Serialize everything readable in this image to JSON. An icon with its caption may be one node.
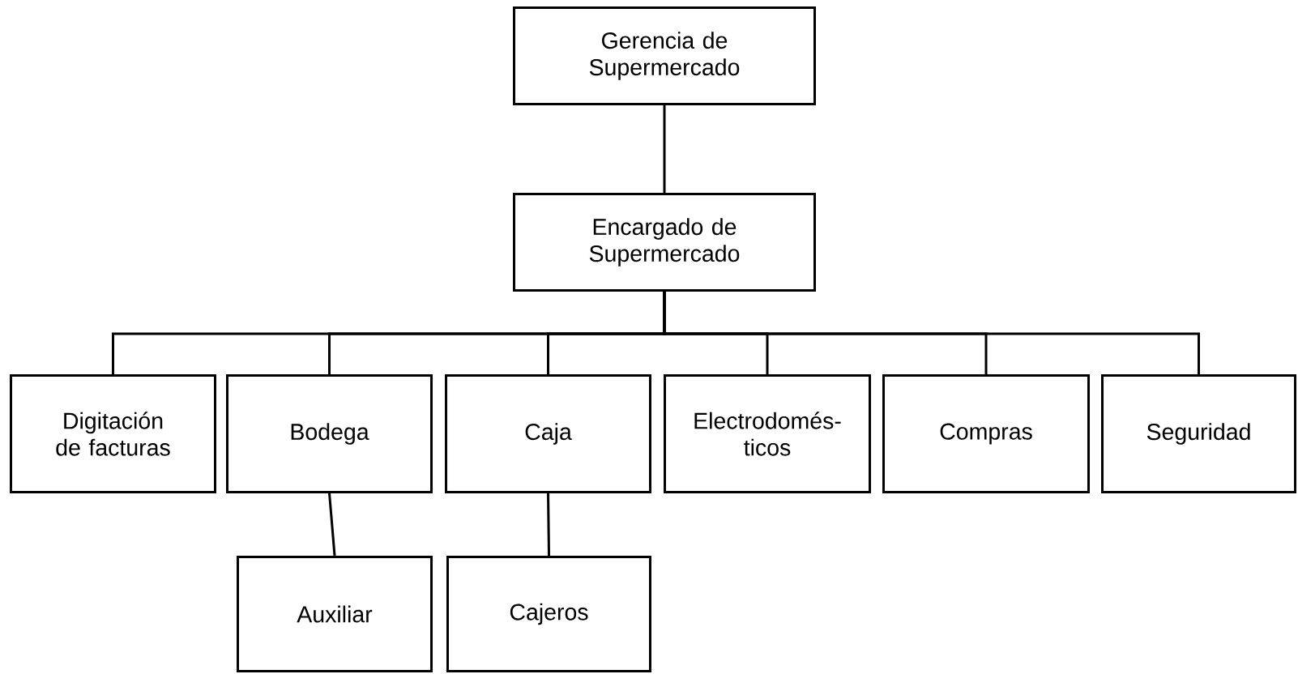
{
  "diagram": {
    "nodes": [
      {
        "text": [
          "Gerencia de Supermercado"
        ]
      },
      {
        "text": [
          "Encargado de Supermercado"
        ]
      },
      {
        "text": [
          "Digitación de facturas"
        ]
      },
      {
        "text": [
          "Bodega"
        ]
      },
      {
        "text": [
          "Caja"
        ]
      },
      {
        "text": [
          "Electrodomés- ticos"
        ]
      },
      {
        "text": [
          "Compras"
        ]
      },
      {
        "text": [
          "Seguridad"
        ]
      },
      {
        "text": [
          "Auxiliar"
        ]
      },
      {
        "text": [
          "Cajeros"
        ]
      }
    ],
    "edges": [
      {
        "from": 0,
        "to": 1,
        "arrow": "none"
      },
      {
        "from": 1,
        "to": 2,
        "arrow": "none"
      },
      {
        "from": 1,
        "to": 3,
        "arrow": "none"
      },
      {
        "from": 1,
        "to": 4,
        "arrow": "none"
      },
      {
        "from": 1,
        "to": 5,
        "arrow": "none"
      },
      {
        "from": 1,
        "to": 6,
        "arrow": "none"
      },
      {
        "from": 1,
        "to": 7,
        "arrow": "none"
      },
      {
        "from": 3,
        "to": 8,
        "arrow": "none"
      },
      {
        "from": 4,
        "to": 9,
        "arrow": "none"
      }
    ]
  }
}
